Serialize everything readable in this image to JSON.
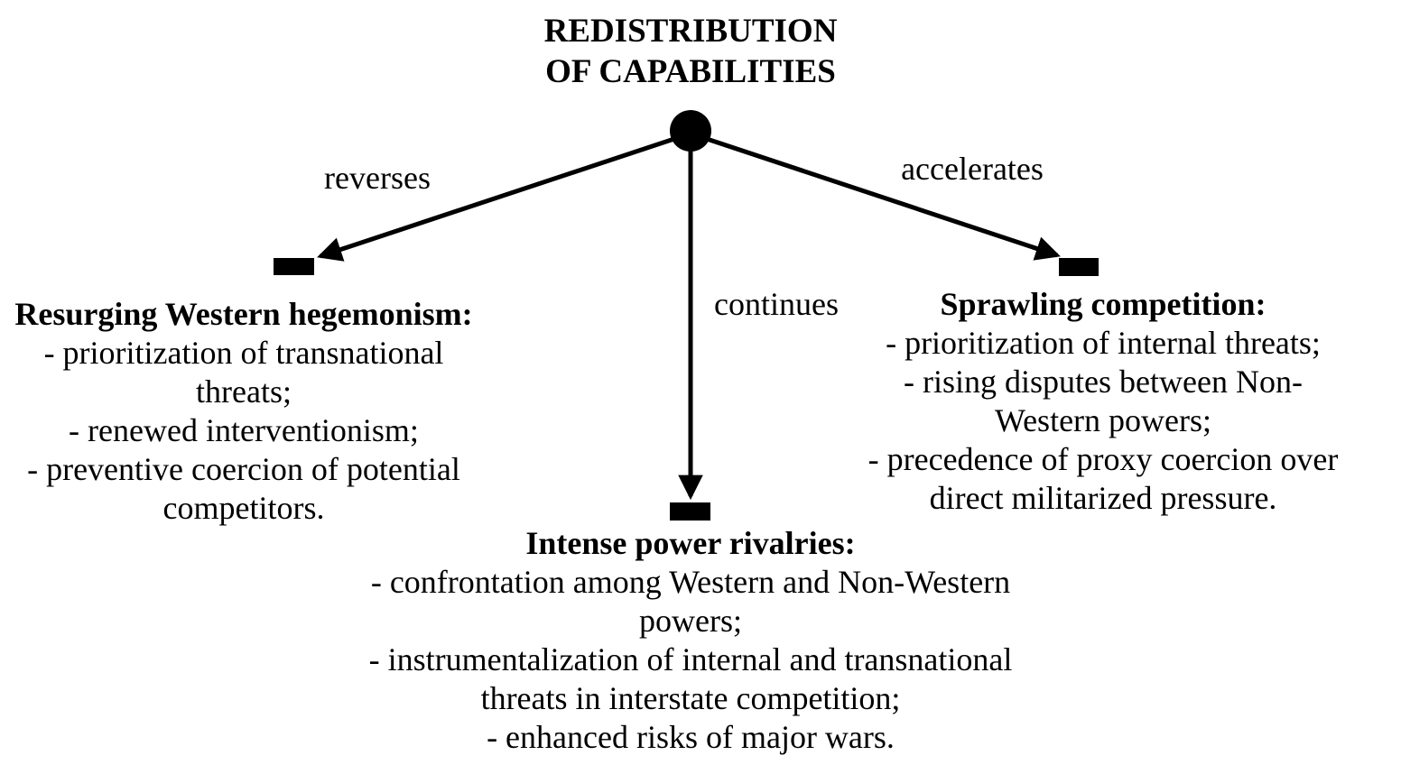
{
  "figure": {
    "title_lines": [
      "REDISTRIBUTION",
      "OF CAPABILITIES"
    ],
    "edge_labels": {
      "left": "reverses",
      "middle": "continues",
      "right": "accelerates"
    },
    "nodes": {
      "left": {
        "heading": "Resurging Western hegemonism:",
        "lines": [
          "- prioritization of transnational",
          "threats;",
          "- renewed interventionism;",
          "- preventive coercion of potential",
          "competitors."
        ]
      },
      "middle": {
        "heading": "Intense power rivalries:",
        "lines": [
          "- confrontation among Western and Non-Western",
          "powers;",
          "- instrumentalization of internal and transnational",
          "threats in interstate competition;",
          "- enhanced risks of major wars."
        ]
      },
      "right": {
        "heading": "Sprawling competition:",
        "lines": [
          "- prioritization of internal threats;",
          "- rising disputes between Non-",
          "Western powers;",
          "- precedence of proxy coercion over",
          "direct militarized pressure."
        ]
      }
    },
    "colors": {
      "ink": "#000000",
      "background": "#ffffff"
    }
  }
}
